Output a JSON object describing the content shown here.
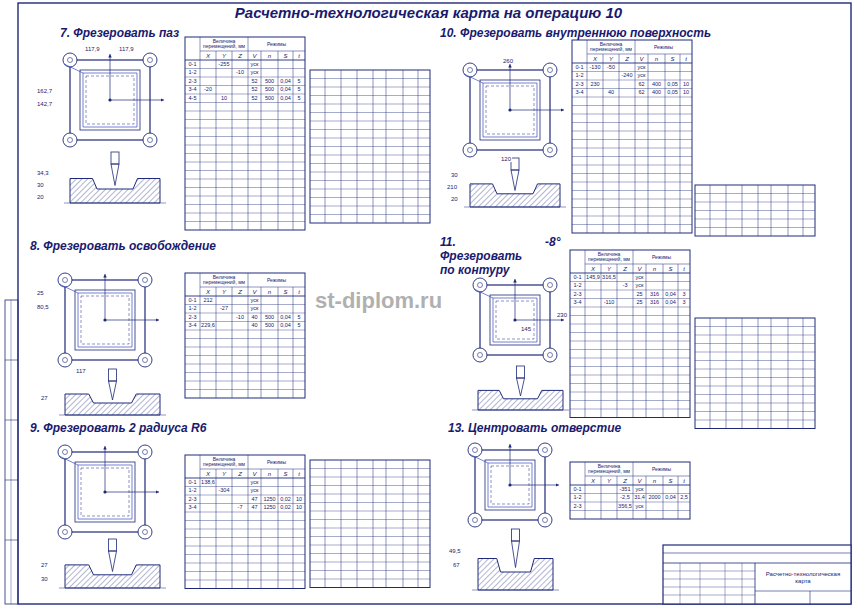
{
  "diagram": {
    "title": "Расчетно-технологическая карта на операцию 10",
    "nodes": [
      {
        "text": [
          "Расчетно-технологическая карта"
        ]
      }
    ],
    "labels": [
      "7. Фрезеровать паз",
      "8. Фрезеровать освобождение",
      "9. Фрезеровать 2 радиуса R6",
      "10. Фрезеровать внутреннюю поверхность",
      "11. Фрезеровать по контуру",
      "-8°",
      "13. Центровать отверстие",
      "st-diplom.ru",
      "117,9",
      "117,9",
      "162,7",
      "142,7",
      "34,3",
      "30",
      "20",
      "25",
      "80,5",
      "117",
      "27",
      "27",
      "30",
      "260",
      "120",
      "210",
      "30",
      "20",
      "145",
      "230",
      "49,5",
      "67",
      "Величина перемещений, мм",
      "Режимы",
      "X",
      "Y",
      "Z",
      "V",
      "n",
      "S",
      "t",
      "0-1",
      "-255",
      "уск",
      "1-2",
      "-10",
      "уск",
      "2-3",
      "52",
      "500",
      "0,04",
      "5",
      "3-4",
      "-20",
      "52",
      "500",
      "0,04",
      "5",
      "4-5",
      "10",
      "52",
      "500",
      "0,04",
      "5",
      "Величина перемещений, мм",
      "Режимы",
      "X",
      "Y",
      "Z",
      "V",
      "n",
      "S",
      "t",
      "0-1",
      "212",
      "уск",
      "1-2",
      "-27",
      "уск",
      "2-3",
      "-10",
      "40",
      "500",
      "0,04",
      "5",
      "3-4",
      "229,6",
      "40",
      "500",
      "0,04",
      "5",
      "Величина перемещений, мм",
      "Режимы",
      "X",
      "Y",
      "Z",
      "V",
      "n",
      "S",
      "t",
      "0-1",
      "138,6",
      "уск",
      "1-2",
      "-304",
      "уск",
      "2-3",
      "47",
      "1250",
      "0,02",
      "10",
      "3-4",
      "-7",
      "47",
      "1250",
      "0,02",
      "10",
      "Величина перемещений, мм",
      "Режимы",
      "X",
      "Y",
      "Z",
      "V",
      "n",
      "S",
      "t",
      "0-1",
      "-130",
      "-50",
      "уск",
      "1-2",
      "-240",
      "уск",
      "2-3",
      "230",
      "62",
      "400",
      "0,05",
      "10",
      "3-4",
      "40",
      "62",
      "400",
      "0,05",
      "10",
      "Величина перемещений, мм",
      "Режимы",
      "X",
      "Y",
      "Z",
      "V",
      "n",
      "S",
      "t",
      "0-1",
      "145,9",
      "316,5",
      "уск",
      "1-2",
      "-3",
      "уск",
      "2-3",
      "25",
      "316",
      "0,04",
      "3",
      "3-4",
      "-110",
      "25",
      "316",
      "0,04",
      "3",
      "Величина перемещений, мм",
      "Режимы",
      "X",
      "Y",
      "Z",
      "V",
      "n",
      "S",
      "t",
      "0-1",
      "-351",
      "уск",
      "1-2",
      "-2,5",
      "31,4",
      "2000",
      "0,04",
      "2,5",
      "2-3",
      "356,5",
      "уск"
    ]
  }
}
